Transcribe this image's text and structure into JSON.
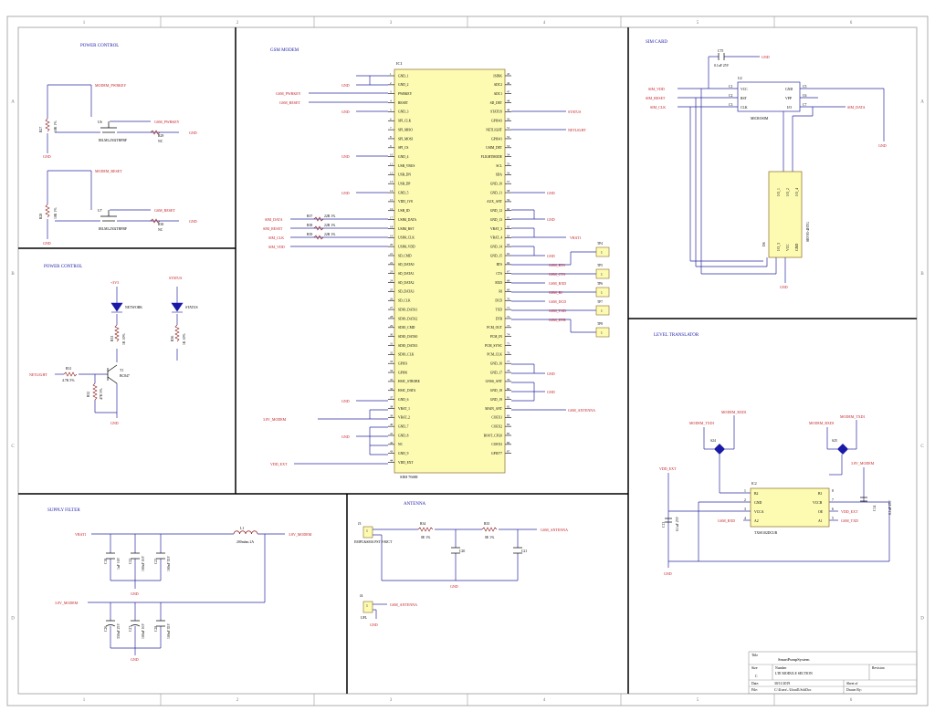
{
  "frame": {
    "cols": [
      "1",
      "2",
      "3",
      "4",
      "5",
      "6"
    ],
    "rows": [
      "A",
      "B",
      "C",
      "D"
    ]
  },
  "sections": {
    "power_control_1": "POWER CONTROL",
    "power_control_2": "POWER CONTROL",
    "gsm_modem": "GSM MODEM",
    "sim_card": "SIM CARD",
    "level_translator": "LEVEL TRANSLATOR",
    "supply_filter": "SUPPLY FILTER",
    "antenna": "ANTENNA"
  },
  "ic1": {
    "ref": "IC1",
    "name": "SIM 7600I",
    "left_pins": [
      {
        "n": "1",
        "name": "GND_1"
      },
      {
        "n": "2",
        "name": "GND_2"
      },
      {
        "n": "3",
        "name": "PWRKEY"
      },
      {
        "n": "4",
        "name": "RESET"
      },
      {
        "n": "5",
        "name": "GND_3"
      },
      {
        "n": "6",
        "name": "SPI_CLK"
      },
      {
        "n": "7",
        "name": "SPI_MISO"
      },
      {
        "n": "8",
        "name": "SPI_MOSI"
      },
      {
        "n": "9",
        "name": "SPI_CS"
      },
      {
        "n": "10",
        "name": "GND_4"
      },
      {
        "n": "11",
        "name": "USB_VBUS"
      },
      {
        "n": "12",
        "name": "USB_DN"
      },
      {
        "n": "13",
        "name": "USB_DP"
      },
      {
        "n": "14",
        "name": "GND_5"
      },
      {
        "n": "15",
        "name": "VDD_1V8"
      },
      {
        "n": "16",
        "name": "USB_ID"
      },
      {
        "n": "17",
        "name": "USIM_DATA"
      },
      {
        "n": "18",
        "name": "USIM_RST"
      },
      {
        "n": "19",
        "name": "USIM_CLK"
      },
      {
        "n": "20",
        "name": "USIM_VDD"
      },
      {
        "n": "21",
        "name": "SD_CMD"
      },
      {
        "n": "22",
        "name": "SD_DATA0"
      },
      {
        "n": "23",
        "name": "SD_DATA1"
      },
      {
        "n": "24",
        "name": "SD_DATA2"
      },
      {
        "n": "25",
        "name": "SD_DATA3"
      },
      {
        "n": "26",
        "name": "SD_CLK"
      },
      {
        "n": "27",
        "name": "SDIO_DATA1"
      },
      {
        "n": "28",
        "name": "SDIO_DATA2"
      },
      {
        "n": "29",
        "name": "SDIO_CMD"
      },
      {
        "n": "30",
        "name": "SDIO_DATA0"
      },
      {
        "n": "31",
        "name": "SDIO_DATA3"
      },
      {
        "n": "32",
        "name": "SDIO_CLK"
      },
      {
        "n": "33",
        "name": "GPIO3"
      },
      {
        "n": "34",
        "name": "GPIO6"
      },
      {
        "n": "35",
        "name": "HSIC_STROBE"
      },
      {
        "n": "36",
        "name": "HSIC_DATA"
      },
      {
        "n": "37",
        "name": "GND_6"
      },
      {
        "n": "38",
        "name": "VBAT_1"
      },
      {
        "n": "39",
        "name": "VBAT_2"
      },
      {
        "n": "40",
        "name": "GND_7"
      },
      {
        "n": "41",
        "name": "GND_8"
      },
      {
        "n": "42",
        "name": "NC"
      },
      {
        "n": "43",
        "name": "GND_9"
      },
      {
        "n": "44",
        "name": "VDD_EXT"
      }
    ],
    "right_pins": [
      {
        "n": "45",
        "name": "ISINK"
      },
      {
        "n": "46",
        "name": "ADC2"
      },
      {
        "n": "47",
        "name": "ADC1"
      },
      {
        "n": "48",
        "name": "SD_DET"
      },
      {
        "n": "49",
        "name": "STATUS"
      },
      {
        "n": "50",
        "name": "GPIO43"
      },
      {
        "n": "51",
        "name": "NETLIGHT"
      },
      {
        "n": "52",
        "name": "GPIO41"
      },
      {
        "n": "53",
        "name": "USIM_DET"
      },
      {
        "n": "54",
        "name": "FLIGHTMODE"
      },
      {
        "n": "55",
        "name": "SCL"
      },
      {
        "n": "56",
        "name": "SDA"
      },
      {
        "n": "57",
        "name": "GND_10"
      },
      {
        "n": "58",
        "name": "GND_11"
      },
      {
        "n": "59",
        "name": "AUX_ANT"
      },
      {
        "n": "60",
        "name": "GND_12"
      },
      {
        "n": "61",
        "name": "GND_13"
      },
      {
        "n": "62",
        "name": "VBAT_3"
      },
      {
        "n": "63",
        "name": "VBAT_4"
      },
      {
        "n": "64",
        "name": "GND_14"
      },
      {
        "n": "65",
        "name": "GND_15"
      },
      {
        "n": "66",
        "name": "RTS"
      },
      {
        "n": "67",
        "name": "CTS"
      },
      {
        "n": "68",
        "name": "RXD"
      },
      {
        "n": "69",
        "name": "RI"
      },
      {
        "n": "70",
        "name": "DCD"
      },
      {
        "n": "71",
        "name": "TXD"
      },
      {
        "n": "72",
        "name": "DTR"
      },
      {
        "n": "73",
        "name": "PCM_OUT"
      },
      {
        "n": "74",
        "name": "PCM_IN"
      },
      {
        "n": "75",
        "name": "PCM_SYNC"
      },
      {
        "n": "76",
        "name": "PCM_CLK"
      },
      {
        "n": "77",
        "name": "GND_16"
      },
      {
        "n": "78",
        "name": "GND_17"
      },
      {
        "n": "79",
        "name": "GNSS_ANT"
      },
      {
        "n": "80",
        "name": "GND_18"
      },
      {
        "n": "81",
        "name": "GND_19"
      },
      {
        "n": "82",
        "name": "MAIN_ANT"
      },
      {
        "n": "83",
        "name": "COEX1"
      },
      {
        "n": "84",
        "name": "COEX2"
      },
      {
        "n": "85",
        "name": "BOOT_CFG0"
      },
      {
        "n": "86",
        "name": "COEX3"
      },
      {
        "n": "87",
        "name": "GPIO77"
      }
    ]
  },
  "modem_nets": {
    "gsm_pwrkey": "GSM_PWRKEY",
    "gsm_reset": "GSM_RESET",
    "sim_data": "SIM_DATA",
    "sim_reset": "SIM_RESET",
    "sim_clk": "SIM_CLK",
    "sim_vdd": "SIM_VDD",
    "modem_3v8": "3.8V_MODEM",
    "vdd_ext": "VDD_EXT",
    "status": "STATUS",
    "netlight": "NETLIGHT",
    "vbat1": "VBAT1",
    "gsm_rts": "GSM_RTS",
    "gsm_cts": "GSM_CTS",
    "gsm_rxd": "GSM_RXD",
    "gsm_ri": "GSM_RI",
    "gsm_dcd": "GSM_DCD",
    "gsm_txd": "GSM_TXD",
    "gsm_dtr": "GSM_DTR",
    "gsm_antenna": "GSM_ANTENNA",
    "gnd": "GND",
    "r37": "R37",
    "r38": "R38",
    "r39": "R39",
    "r_val": "22R 1%",
    "tps": [
      "TP4",
      "TP5",
      "TP6",
      "TP7",
      "TP8"
    ],
    "tp_pin": "1"
  },
  "power_control": {
    "modem_pwrkey": "MODEM_PWRKEY",
    "modem_reset": "MODEM_RESET",
    "u6": "U6",
    "u7": "U7",
    "mosfet": "IRLML2502TRPBF",
    "r27": "R27",
    "r28": "R28",
    "r29": "R29",
    "r30": "R30",
    "r_10k": "10K 1%",
    "nc": "NC",
    "gsm_pwrkey": "GSM_PWRKEY",
    "gsm_reset": "GSM_RESET",
    "gnd": "GND"
  },
  "power_control_leds": {
    "v3v3": "+3V3",
    "status": "STATUS",
    "network": "NETWORK",
    "status_led": "STATUS",
    "r33": "R33",
    "r36": "R36",
    "r_1k": "1K 10%",
    "netlight": "NETLIGHT",
    "r31": "R31",
    "r31_val": "4.7K 5%",
    "r32": "R32",
    "r32_val": "47K 5%",
    "t1": "T1",
    "t1_part": "BC847",
    "gnd": "GND"
  },
  "sim_card": {
    "c75": "C75",
    "c75_val": "0.1uF 25V",
    "gnd": "GND",
    "u2": "U2",
    "sim_vdd": "SIM_VDD",
    "sim_reset": "SIM_RESET",
    "sim_clk": "SIM_CLK",
    "sim_data": "SIM_DATA",
    "pins_left": [
      {
        "n": "C1",
        "name": "VCC"
      },
      {
        "n": "C2",
        "name": "RST"
      },
      {
        "n": "C3",
        "name": "CLK"
      }
    ],
    "pins_right": [
      {
        "n": "C5",
        "name": "GND"
      },
      {
        "n": "C6",
        "name": "VPP"
      },
      {
        "n": "C7",
        "name": "I/O"
      }
    ],
    "part": "MICROSIM",
    "esd_ref": "D6",
    "esd_part": "SRV05-4HTG",
    "esd_pins": [
      "I/O_1",
      "I/O_2",
      "VCC",
      "GND",
      "I/O_4",
      "I/O_3"
    ]
  },
  "level_translator": {
    "modem_rxd": "MODEM_RXD1",
    "modem_txd": "MODEM_TXD1",
    "modem_txd_in": "MODEM_TXD1",
    "modem_rxd_in": "MODEM_RXD1",
    "s24": "S24",
    "s25": "S25",
    "vdd_ext": "VDD_EXT",
    "modem_3v8": "3.8V_MODEM",
    "ic2": "IC2",
    "pins_left": [
      {
        "n": "1",
        "name": "B2"
      },
      {
        "n": "2",
        "name": "GND"
      },
      {
        "n": "3",
        "name": "VCCA"
      },
      {
        "n": "4",
        "name": "A2"
      }
    ],
    "pins_right": [
      {
        "n": "8",
        "name": "B1"
      },
      {
        "n": "7",
        "name": "VCCB"
      },
      {
        "n": "6",
        "name": "OE"
      },
      {
        "n": "5",
        "name": "A1"
      }
    ],
    "part": "TXS0102DCUR",
    "c13": "C13",
    "c13_val": "0.1uF 25V",
    "c14": "C14",
    "c14_val": "0.1uF 25V",
    "vdd_ext_out": "VDD_EXT",
    "gsm_rxd": "GSM_RXD",
    "gsm_txd": "GSM_TXD",
    "gnd": "GND"
  },
  "supply_filter": {
    "vbat1": "VBAT1",
    "modem_3v8_out": "3.8V_MODEM",
    "l1": "L1",
    "l1_val": "200mhm 2A",
    "modem_3v8_in": "3.8V_MODEM",
    "caps_top": [
      {
        "ref": "C18",
        "val": "1uF 16V"
      },
      {
        "ref": "C22",
        "val": "100nF 16V"
      },
      {
        "ref": "C23",
        "val": "100nF 35V"
      }
    ],
    "caps_bot": [
      {
        "ref": "C26",
        "val": "330uF 25V"
      },
      {
        "ref": "C27",
        "val": "100uF 16V"
      },
      {
        "ref": "C28",
        "val": "100nF 35V"
      }
    ],
    "gnd": "GND"
  },
  "antenna": {
    "j3": "J3",
    "j3_part": "EMPC&SMA PST J-BJCT",
    "r34": "R34",
    "r34_val": "0E 1%",
    "r35": "R35",
    "r35_val": "0E 1%",
    "c20": "C20",
    "c21": "C21",
    "gsm_antenna": "GSM_ANTENNA",
    "j4": "J4",
    "j4_part": "UFL",
    "gsm_antenna2": "GSM_ANTENNA",
    "gnd": "GND"
  },
  "title_block": {
    "title_label": "Title",
    "title": "SmartPumpSystem",
    "size_label": "Size",
    "size": "C",
    "number_label": "Number",
    "number": "LTE MODULE SECTION",
    "revision_label": "Revision",
    "date_label": "Date:",
    "date": "30/11/2019",
    "sheet_label": "Sheet  of",
    "file_label": "File:",
    "file": "C:\\Users\\..\\Ifood5.SchDoc",
    "drawn_label": "Drawn By:"
  }
}
